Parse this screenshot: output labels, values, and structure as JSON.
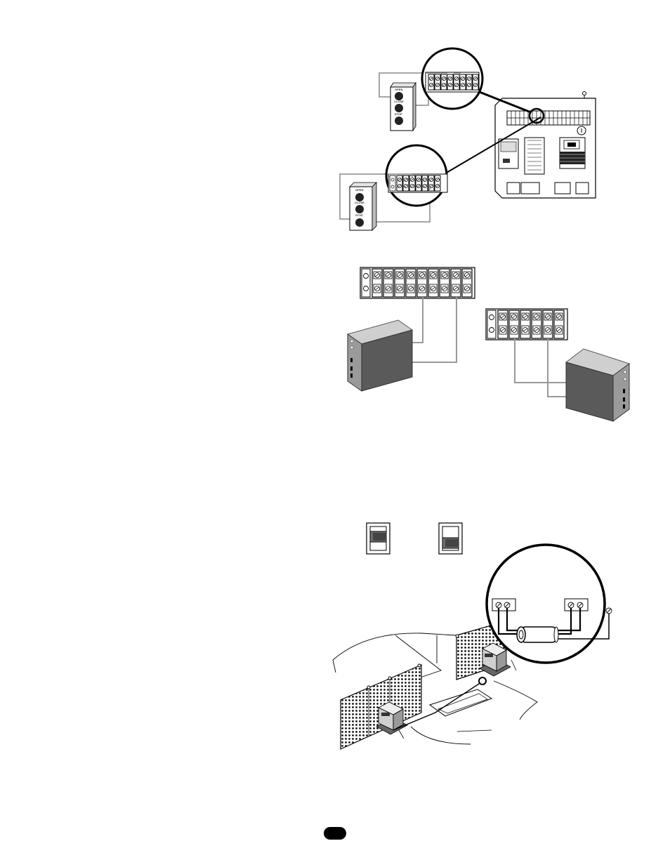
{
  "page": {
    "background": "#ffffff",
    "accent_dark": "#000000",
    "wire_gray": "#999999"
  },
  "station_top": {
    "buttons": [
      "OPEN",
      "CLOSE",
      "STOP"
    ]
  },
  "station_bottom": {
    "buttons": [
      "OPEN",
      "CLOSE",
      "STOP"
    ]
  },
  "page_tab": {
    "shape": "rounded-pill",
    "color": "#000000",
    "text": ""
  },
  "icons": {
    "switch_left": "dip-switch-up-icon",
    "switch_right": "dip-switch-down-icon"
  }
}
